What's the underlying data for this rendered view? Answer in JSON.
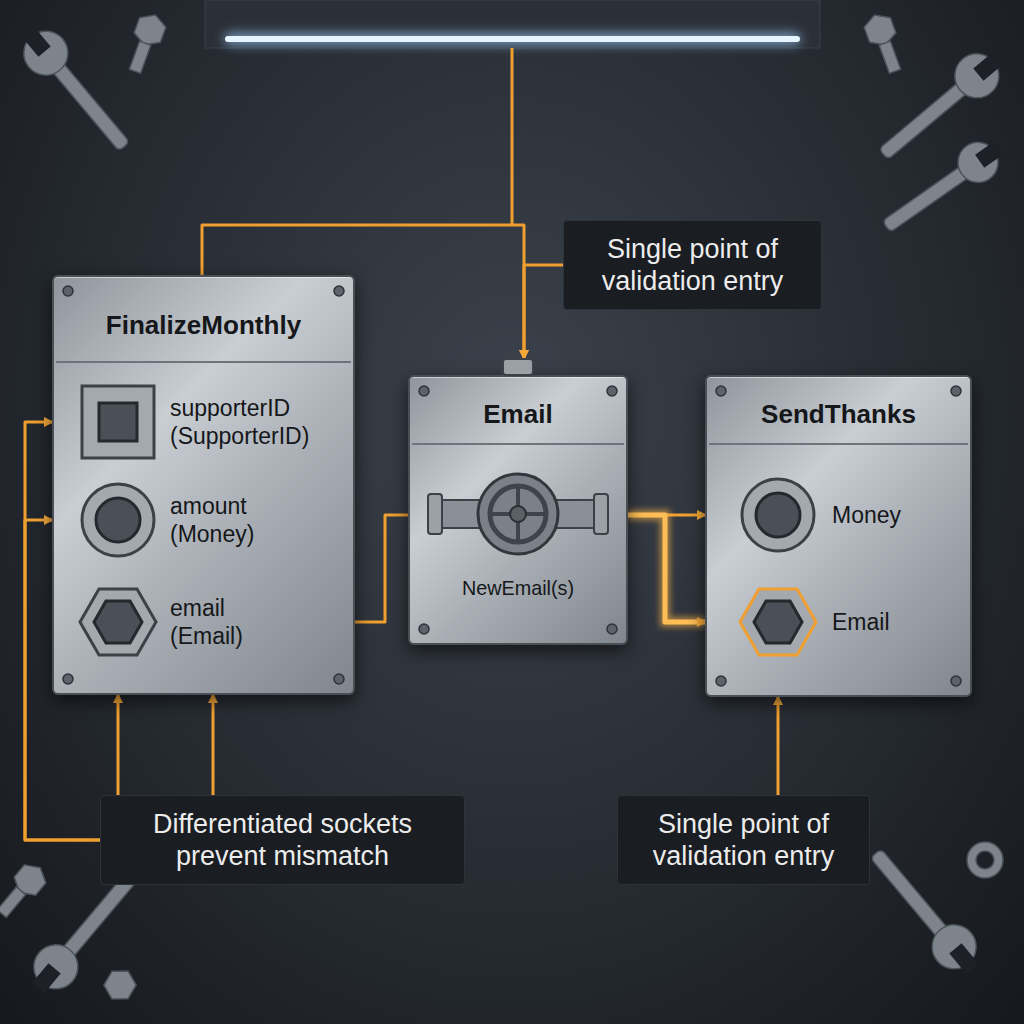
{
  "diagram": {
    "nodes": [
      {
        "text": [
          "Single point of validation entry"
        ]
      },
      {
        "text": [
          "FinalizeMonthly",
          "supporterID (SupporterID)",
          "amount (Money)",
          "email (Email)"
        ]
      },
      {
        "text": [
          "Email",
          "NewEmail(s)"
        ]
      },
      {
        "text": [
          "SendThanks",
          "Money",
          "Email"
        ]
      },
      {
        "text": [
          "Differentiated sockets prevent mismatch"
        ]
      },
      {
        "text": [
          "Single point of validation entry"
        ]
      }
    ],
    "edges": [
      {
        "from": 1,
        "to": 2,
        "arrow": "to"
      },
      {
        "from": 0,
        "to": 2,
        "arrow": "to"
      },
      {
        "from": 1,
        "to": 2,
        "arrow": "none"
      },
      {
        "from": 2,
        "to": 3,
        "arrow": "to"
      },
      {
        "from": 2,
        "to": 3,
        "arrow": "to"
      },
      {
        "from": 4,
        "to": 1,
        "arrow": "to"
      },
      {
        "from": 4,
        "to": 1,
        "arrow": "to"
      },
      {
        "from": 4,
        "to": 1,
        "arrow": "to"
      },
      {
        "from": 4,
        "to": 1,
        "arrow": "to"
      },
      {
        "from": 5,
        "to": 3,
        "arrow": "to"
      }
    ]
  }
}
